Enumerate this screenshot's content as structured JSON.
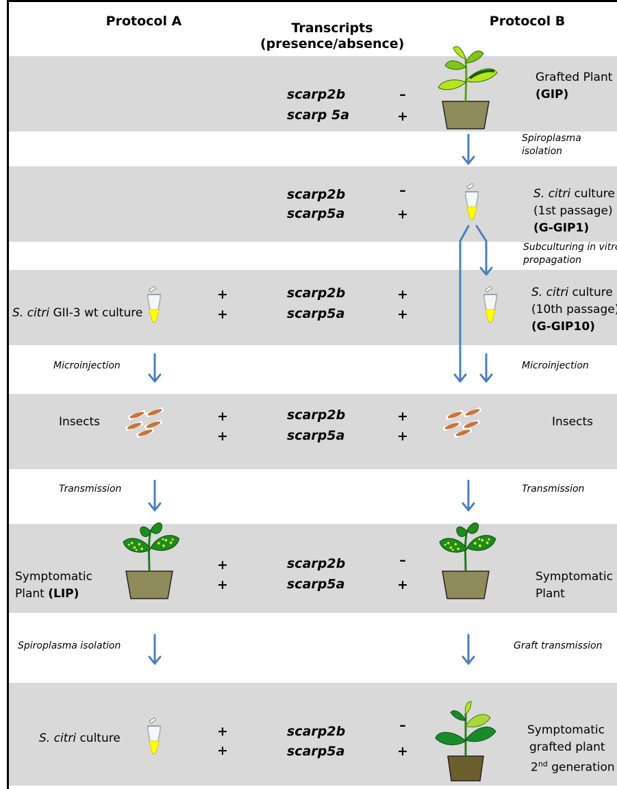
{
  "headers": {
    "protocol_a": "Protocol A",
    "transcripts_line1": "Transcripts",
    "transcripts_line2": "(presence/absence)",
    "protocol_b": "Protocol B"
  },
  "rows": [
    {
      "gene1": "scarp2b",
      "gene2": "scarp 5a",
      "a_sign1": "",
      "a_sign2": "",
      "b_sign1": "–",
      "b_sign2": "+",
      "a_label": "",
      "b_label_line1": "Grafted Plant",
      "b_label_line2": "(GIP)"
    },
    {
      "gene1": "scarp2b",
      "gene2": "scarp5a",
      "a_sign1": "",
      "a_sign2": "",
      "b_sign1": "–",
      "b_sign2": "+",
      "b_label_line1_italic": "S. citri",
      "b_label_line1_rest": " culture",
      "b_label_line2": "(1st passage)",
      "b_label_line3": "(G-GIP1)"
    },
    {
      "gene1": "scarp2b",
      "gene2": "scarp5a",
      "a_sign1": "+",
      "a_sign2": "+",
      "b_sign1": "+",
      "b_sign2": "+",
      "a_label_italic": "S. citri",
      "a_label_rest": " GII-3 wt culture",
      "b_label_line1_italic": "S. citri",
      "b_label_line1_rest": " culture",
      "b_label_line2": "(10th passage)",
      "b_label_line3": "(G-GIP10)"
    },
    {
      "gene1": "scarp2b",
      "gene2": "scarp5a",
      "a_sign1": "+",
      "a_sign2": "+",
      "b_sign1": "+",
      "b_sign2": "+",
      "a_label": "Insects",
      "b_label": "Insects"
    },
    {
      "gene1": "scarp2b",
      "gene2": "scarp5a",
      "a_sign1": "+",
      "a_sign2": "+",
      "b_sign1": "–",
      "b_sign2": "+",
      "a_label_line1": "Symptomatic",
      "a_label_line2_plain": "Plant ",
      "a_label_line2_bold": "(LIP)",
      "b_label_line1": "Symptomatic",
      "b_label_line2": "Plant"
    },
    {
      "gene1": "scarp2b",
      "gene2": "scarp5a",
      "a_sign1": "+",
      "a_sign2": "+",
      "b_sign1": "–",
      "b_sign2": "+",
      "a_label_italic": "S. citri",
      "a_label_rest": " culture",
      "b_label_line1": "Symptomatic",
      "b_label_line2": "grafted plant",
      "b_label_line3_sup_base": "2",
      "b_label_line3_sup": "nd",
      "b_label_line3_rest": " generation"
    }
  ],
  "steps": {
    "spiroplasma_isolation_b_line1": "Spiroplasma",
    "spiroplasma_isolation_b_line2": "isolation",
    "subculturing_line1": "Subculturing in vitro",
    "subculturing_line2": "propagation",
    "microinjection_a": "Microinjection",
    "microinjection_b": "Microinjection",
    "transmission_a": "Transmission",
    "transmission_b": "Transmission",
    "spiroplasma_isolation_a": "Spiroplasma isolation",
    "graft_transmission": "Graft transmission"
  },
  "colors": {
    "band": "#d9d9d9",
    "arrow": "#4a7ebf",
    "tube_liquid": "#ffff00",
    "pot": "#8f8b5a",
    "pot_dark": "#6b5f2e",
    "leaf_dark": "#1a7a1a",
    "leaf_light": "#b5e61d",
    "leaf_spot": "#d4ef3c"
  },
  "icons": [
    "grafted-plant-icon",
    "tube-icon",
    "insects-icon",
    "symptomatic-plant-icon",
    "grafted-plant-2nd-icon"
  ]
}
